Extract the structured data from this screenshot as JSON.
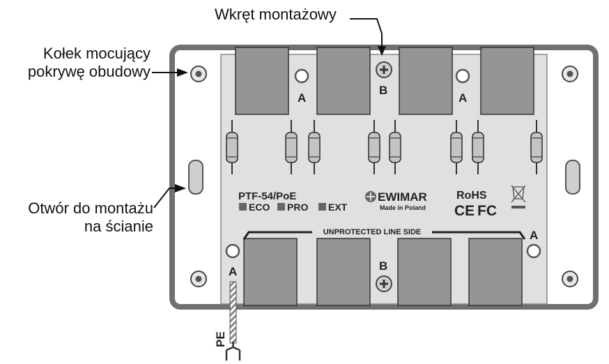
{
  "callouts": {
    "mounting_screw": "Wkręt montażowy",
    "cover_pin_line1": "Kołek mocujący",
    "cover_pin_line2": "pokrywę obudowy",
    "wall_hole_line1": "Otwór do montażu",
    "wall_hole_line2": "na ścianie"
  },
  "board": {
    "model": "PTF-54/PoE",
    "variants": [
      "ECO",
      "PRO",
      "EXT"
    ],
    "brand": "EWIMAR",
    "brand_sub": "Made in Poland",
    "rohs": "RoHS",
    "ce": "CE",
    "fc": "FC",
    "line_side": "UNPROTECTED LINE SIDE",
    "pe": "PE"
  },
  "markers": {
    "a": "A",
    "b": "B"
  },
  "colors": {
    "enclosure_stroke": "#707070",
    "board_fill": "#e0e0e0",
    "connector_fill": "#959595",
    "resistor_fill": "#c4c4c4"
  }
}
